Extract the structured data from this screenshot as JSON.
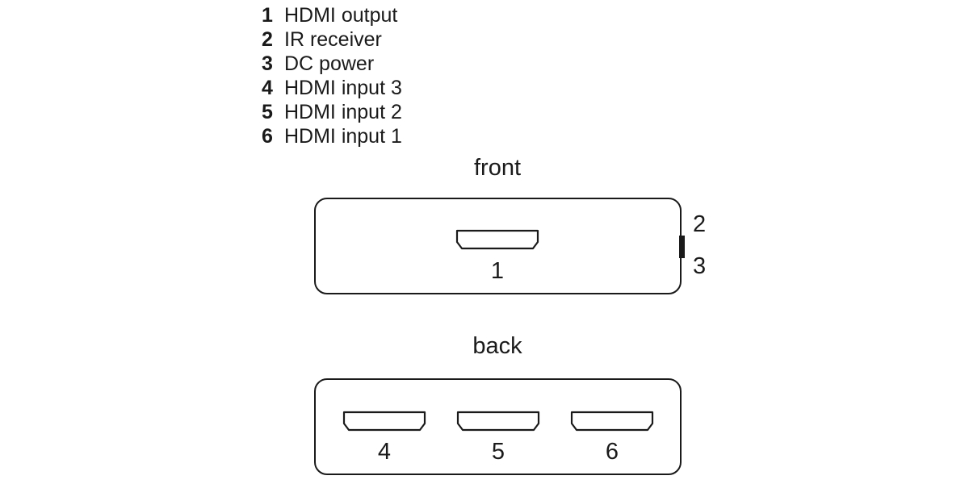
{
  "legend": [
    {
      "num": "1",
      "label": "HDMI output"
    },
    {
      "num": "2",
      "label": "IR receiver"
    },
    {
      "num": "3",
      "label": "DC power"
    },
    {
      "num": "4",
      "label": "HDMI input 3"
    },
    {
      "num": "5",
      "label": "HDMI input 2"
    },
    {
      "num": "6",
      "label": "HDMI input 1"
    }
  ],
  "front": {
    "title": "front",
    "port_label": "1",
    "side_labels": [
      "2",
      "3"
    ]
  },
  "back": {
    "title": "back",
    "port_labels": [
      "4",
      "5",
      "6"
    ]
  }
}
